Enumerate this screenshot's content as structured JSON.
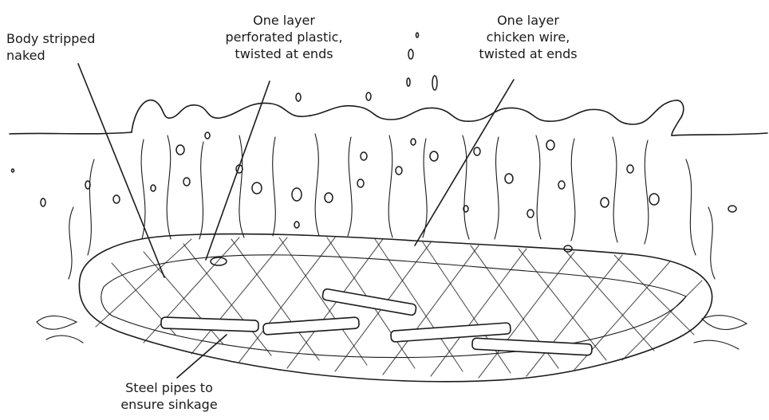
{
  "labels": {
    "body": [
      "Body stripped",
      "naked"
    ],
    "plastic": [
      "One layer",
      "perforated plastic,",
      "twisted at ends"
    ],
    "chicken_wire": [
      "One layer",
      "chicken wire,",
      "twisted at ends"
    ],
    "pipes": [
      "Steel pipes to",
      "ensure sinkage"
    ]
  }
}
